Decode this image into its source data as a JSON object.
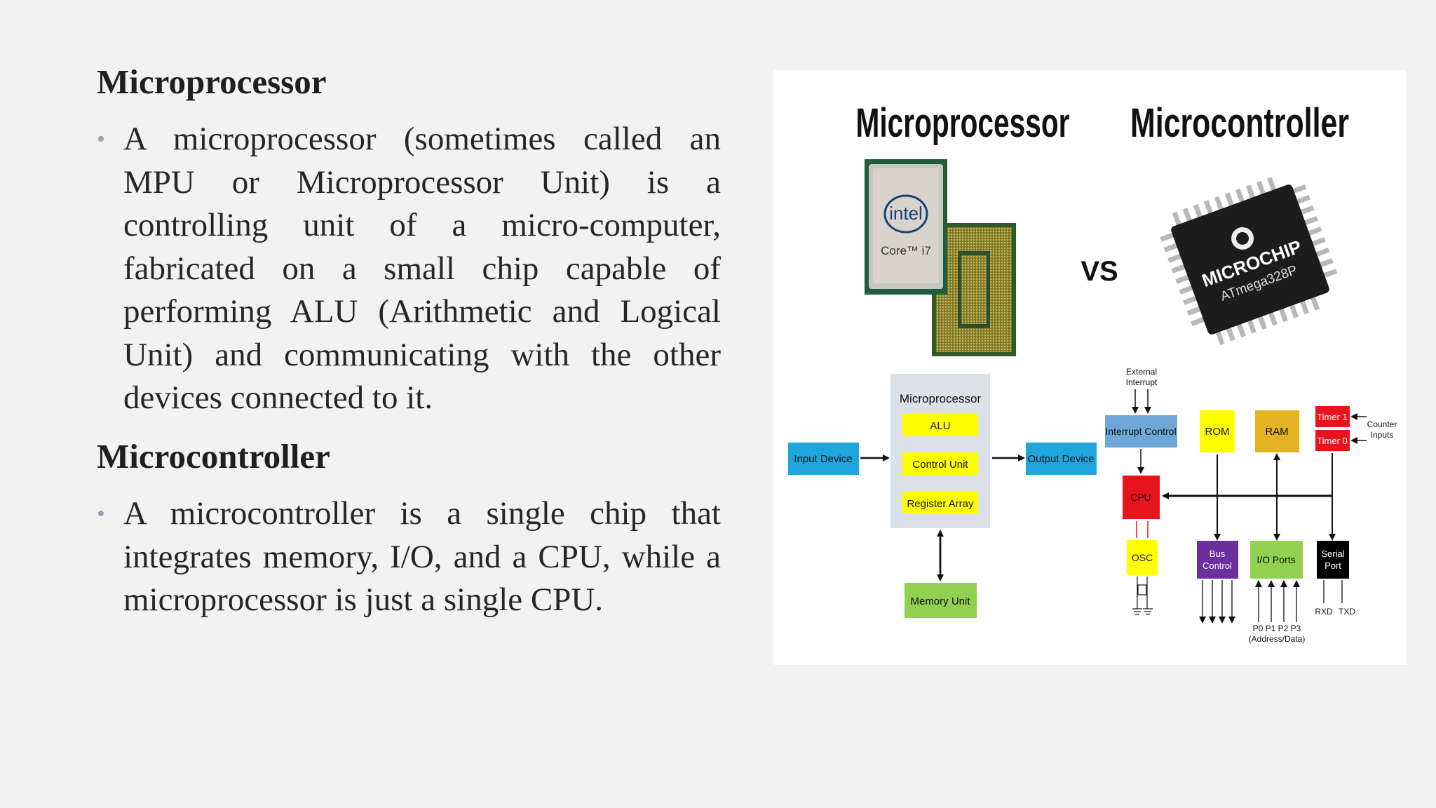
{
  "slide": {
    "heading1": "Microprocessor",
    "para1": "A microprocessor (sometimes called an MPU or Microprocessor Unit) is a controlling unit of a micro-computer, fabricated on a small chip capable of performing ALU (Arithmetic and Logical Unit) and communicating with the other devices connected to it.",
    "heading2": "Microcontroller",
    "para2": "A microcontroller is a single chip that integrates memory, I/O, and a CPU, while a microprocessor is just a single CPU."
  },
  "figure": {
    "title_left": "Microprocessor",
    "title_right": "Microcontroller",
    "vs": "VS",
    "intel_logo": "intel",
    "intel_model": "Core™ i7",
    "mc_brand": "MICROCHIP",
    "mc_model": "ATmega328P",
    "mp_diagram": {
      "input": "Input Device",
      "box_title": "Microprocessor",
      "alu": "ALU",
      "control": "Control Unit",
      "register": "Register Array",
      "output": "Output Device",
      "memory": "Memory Unit"
    },
    "mc_diagram": {
      "ext_interrupt_1": "External",
      "ext_interrupt_2": "Interrupt",
      "interrupt_control": "Interrupt Control",
      "rom": "ROM",
      "ram": "RAM",
      "timer1": "Timer 1",
      "timer0": "Timer 0",
      "counter_1": "Counter",
      "counter_2": "Inputs",
      "cpu": "CPU",
      "osc": "OSC",
      "bus_1": "Bus",
      "bus_2": "Control",
      "io_ports": "I/O Ports",
      "serial_1": "Serial",
      "serial_2": "Port",
      "ports_1": "P0  P1  P2  P3",
      "ports_2": "(Address/Data)",
      "rxd": "RXD",
      "txd": "TXD"
    },
    "colors": {
      "blue": "#1fa6dc",
      "yellow": "#ffff00",
      "green": "#92d050",
      "red": "#e8141b",
      "purple": "#6b2fa0",
      "gold": "#e3b321",
      "lightblue": "#6fa8d6",
      "grey_box": "#dce1e8"
    }
  }
}
